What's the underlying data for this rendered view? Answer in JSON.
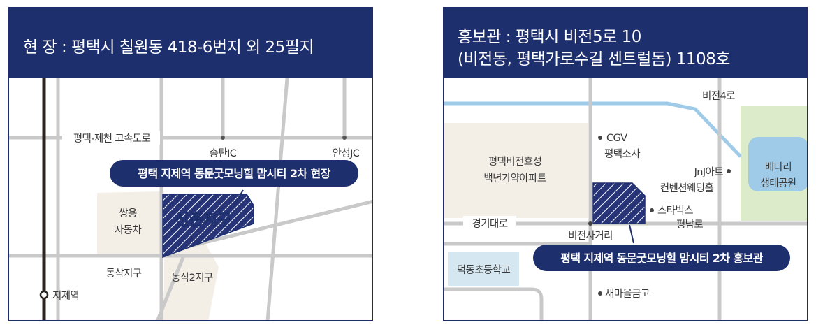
{
  "left_map": {
    "header": {
      "line1": "현 장 : 평택시 칠원동 418-6번지 외 25필지"
    },
    "callout": "평택 지제역 동문굿모닝힐 맘시티 2차 현장",
    "site_label": "신촌지구",
    "labels": {
      "expressway": "평택-제천 고속도로",
      "songtan_ic": "송탄IC",
      "anseong_jc": "안성JC",
      "ssangyong_1": "쌍용",
      "ssangyong_2": "자동차",
      "dongsak": "동삭지구",
      "dongsak2": "동삭2지구",
      "jije_station": "지제역"
    }
  },
  "right_map": {
    "header": {
      "line1": "홍보관 : 평택시 비전5로 10",
      "line2": "(비전동, 평택가로수길 센트럴돔) 1108호"
    },
    "callout": "평택 지제역 동문굿모닝힐 맘시티 2차 홍보관",
    "labels": {
      "bijeon4ro": "비전4로",
      "cgv": "CGV",
      "pt_office": "평택소사",
      "apt_1": "평택비전효성",
      "apt_2": "백년가약아파트",
      "jnj": "JnJ아트",
      "wedding": "컨벤션웨딩홀",
      "park_1": "배다리",
      "park_2": "생태공원",
      "starbucks": "스타벅스",
      "pyeongnamro": "평남로",
      "gyeonggidaero": "경기대로",
      "bijeon_junction": "비전사거리",
      "school": "덕동초등학교",
      "bank": "새마을금고"
    }
  },
  "colors": {
    "navy": "#1e2f6e",
    "road": "#c9c9c9",
    "water": "#9fcbe8",
    "park": "#dcebc9",
    "beige": "#f3eee6",
    "school": "#d5e8f2"
  }
}
